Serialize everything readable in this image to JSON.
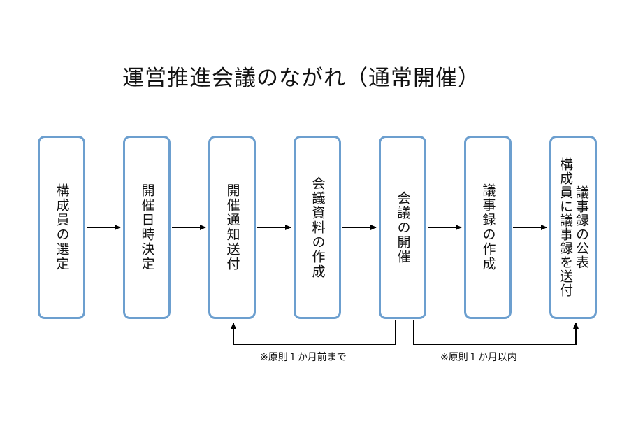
{
  "title": "運営推進会議のながれ（通常開催）",
  "steps": [
    {
      "lines": [
        "構成員の選定"
      ]
    },
    {
      "lines": [
        "開催日時決定"
      ]
    },
    {
      "lines": [
        "開催通知送付"
      ]
    },
    {
      "lines": [
        "会議資料の作成"
      ]
    },
    {
      "lines": [
        "会議の開催"
      ]
    },
    {
      "lines": [
        "議事録の作成"
      ]
    },
    {
      "lines": [
        "議事録の公表",
        "構成員に議事録を送付"
      ]
    }
  ],
  "notes": {
    "before": "※原則１か月前まで",
    "after": "※原則１か月以内"
  },
  "colors": {
    "box_border": "#6c9fcf",
    "arrow": "#000000"
  }
}
